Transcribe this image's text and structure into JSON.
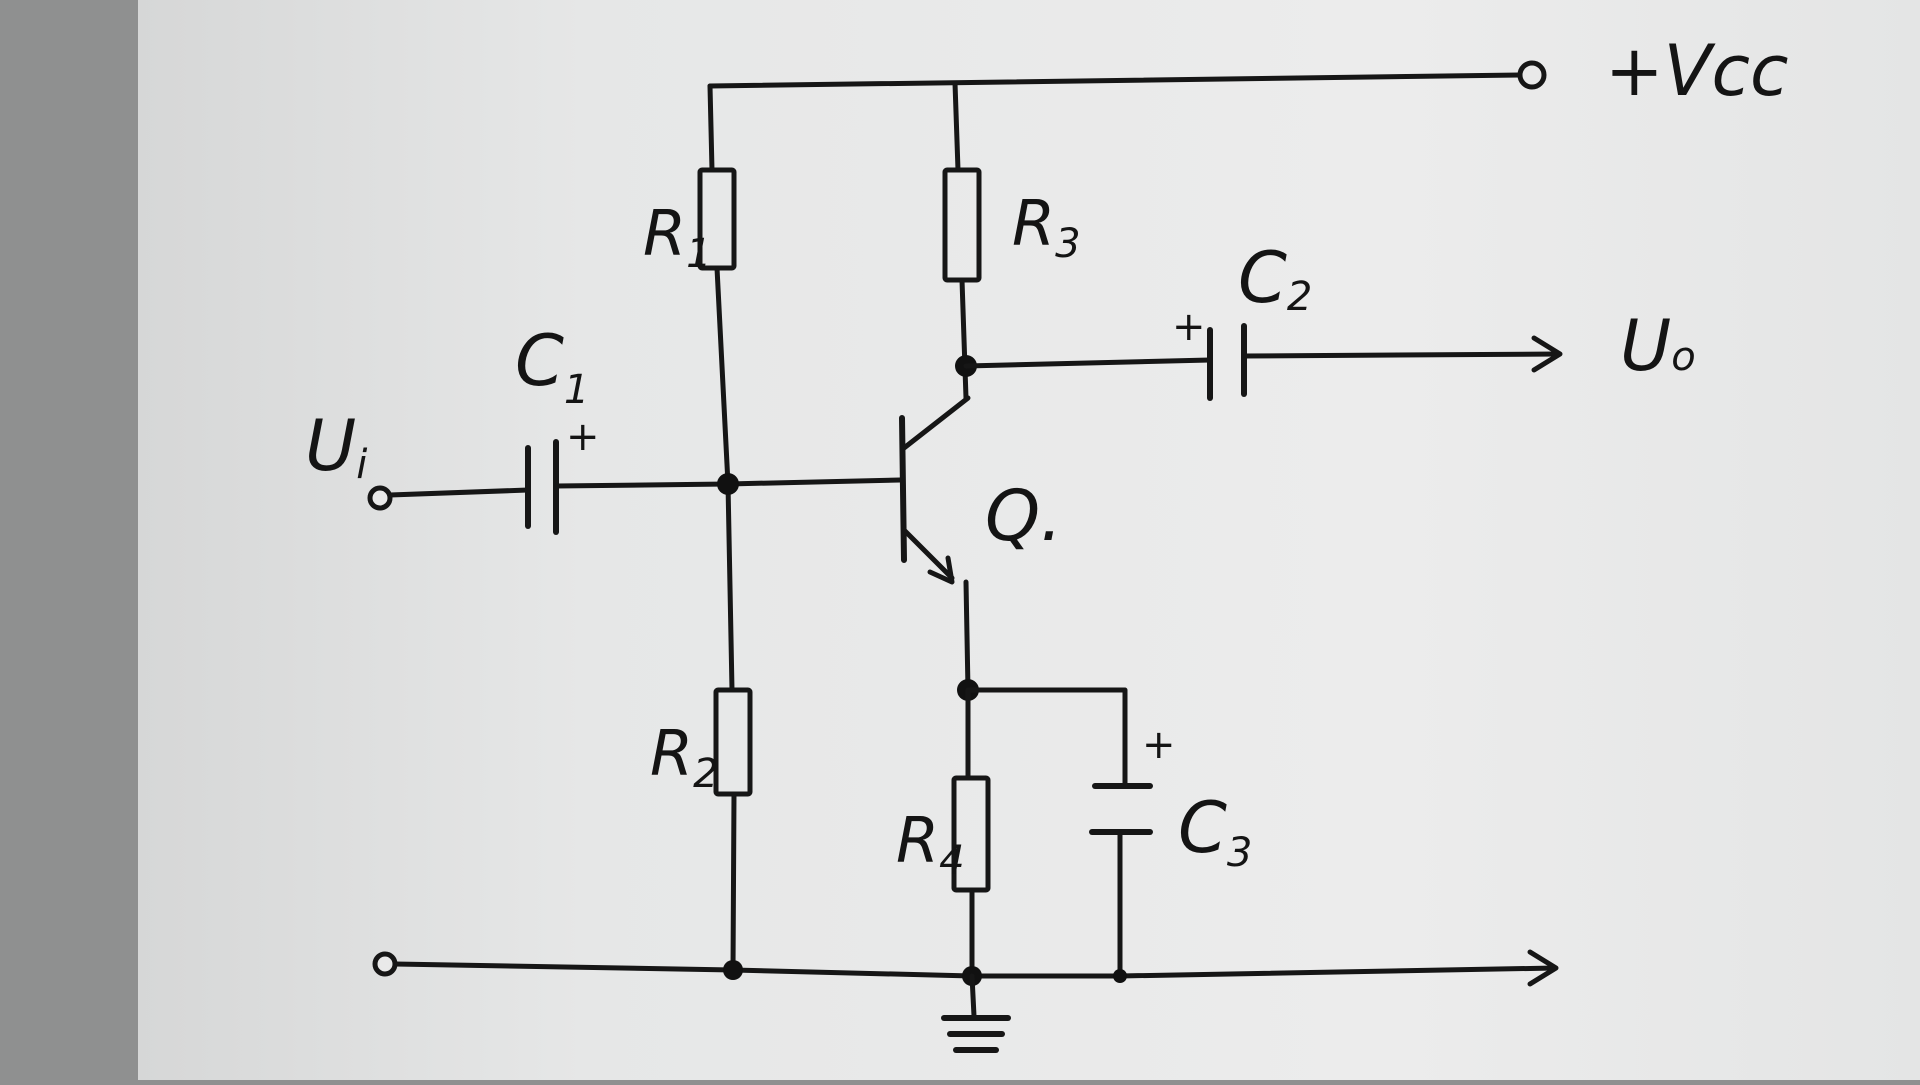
{
  "supply": {
    "name": "+Vcc"
  },
  "input": {
    "label": "U",
    "sub": "i"
  },
  "output": {
    "label": "U",
    "sub": "o"
  },
  "transistor": {
    "label": "Q."
  },
  "resistors": [
    {
      "id": "R1",
      "label": "R",
      "sub": "1"
    },
    {
      "id": "R2",
      "label": "R",
      "sub": "2"
    },
    {
      "id": "R3",
      "label": "R",
      "sub": "3"
    },
    {
      "id": "R4",
      "label": "R",
      "sub": "4"
    }
  ],
  "capacitors": [
    {
      "id": "C1",
      "label": "C",
      "sub": "1",
      "polarity": "+"
    },
    {
      "id": "C2",
      "label": "C",
      "sub": "2",
      "polarity": "+"
    },
    {
      "id": "C3",
      "label": "C",
      "sub": "3",
      "polarity": "+"
    }
  ],
  "colors": {
    "paper": "#e9e9e9",
    "ink": "#161616",
    "edge": "#8f9090"
  }
}
